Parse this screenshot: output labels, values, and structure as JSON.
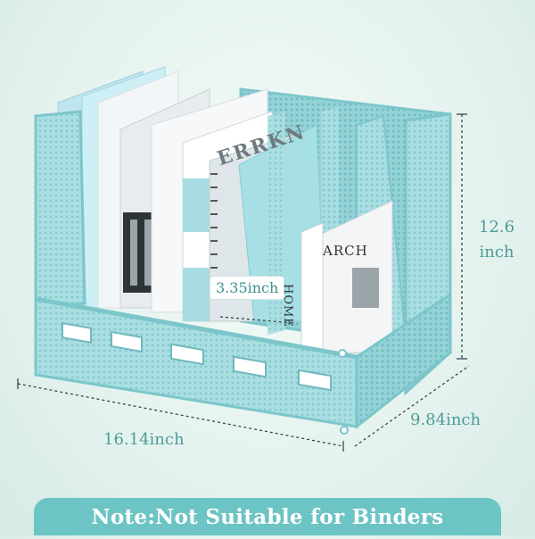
{
  "dimensions": {
    "height": "12.6\ninch",
    "height_line1": "12.6",
    "height_line2": "inch",
    "width": "16.14inch",
    "depth": "9.84inch",
    "slot": "3.35inch"
  },
  "book_texts": {
    "arch": "ARCH",
    "home": "HOME",
    "spine_letters": "ERRKN"
  },
  "note": "Note:Not Suitable for Binders",
  "colors": {
    "organizer": "#a9dfe2",
    "organizer_dark": "#7cc6cb",
    "accent": "#4c9c98",
    "banner": "#6cc4c4"
  }
}
